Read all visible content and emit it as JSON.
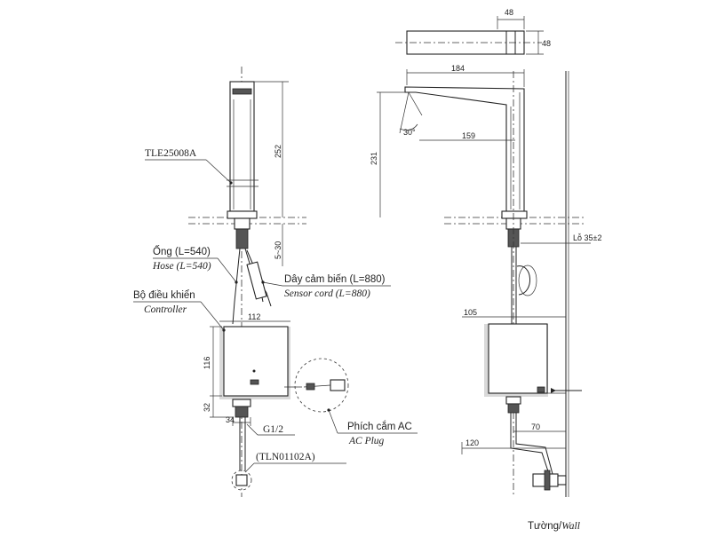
{
  "labels": {
    "model": "TLE25008A",
    "hose_vi": "Ống (L=540)",
    "hose_en": "Hose (L=540)",
    "controller_vi": "Bộ điều khiển",
    "controller_en": "Controller",
    "sensor_vi": "Dây cảm biến (L=880)",
    "sensor_en": "Sensor cord (L=880)",
    "ac_vi": "Phích cắm AC",
    "ac_en": "AC Plug",
    "thread": "G1/2",
    "valve": "(TLN01102A)",
    "wall_vi": "Tường/",
    "wall_en": "Wall",
    "hole": "Lỗ 35±2"
  },
  "dimensions": {
    "d48_top": "48",
    "d48_side": "48",
    "d184": "184",
    "d159": "159",
    "d30": "30°",
    "d231": "231",
    "d252": "252",
    "d5_30": "5~30",
    "d112": "112",
    "d116": "116",
    "d32": "32",
    "d34": "34",
    "d105": "105",
    "d70": "70",
    "d120": "120"
  }
}
